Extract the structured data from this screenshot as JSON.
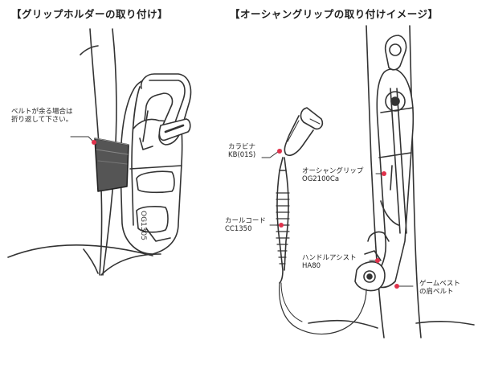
{
  "left_panel": {
    "title": "【グリップホルダーの取り付け】",
    "note_line1": "ベルトが余る場合は",
    "note_line2": "折り返して下さい。",
    "holder_model_mark": "OG1305"
  },
  "right_panel": {
    "title": "【オーシャングリップの取り付けイメージ】",
    "callouts": {
      "carabiner_name": "カラビナ",
      "carabiner_code": "KB(01S)",
      "ocean_grip_name": "オーシャングリップ",
      "ocean_grip_code": "OG2100Ca",
      "curl_cord_name": "カールコード",
      "curl_cord_code": "CC1350",
      "handle_assist_name": "ハンドルアシスト",
      "handle_assist_code": "HA80",
      "vest_line1": "ゲームベスト",
      "vest_line2": "の肩ベルト"
    }
  },
  "colors": {
    "line": "#333333",
    "callout_dot": "#e0314b",
    "belt_dark": "#333333",
    "gray": "#9a9a9a"
  }
}
